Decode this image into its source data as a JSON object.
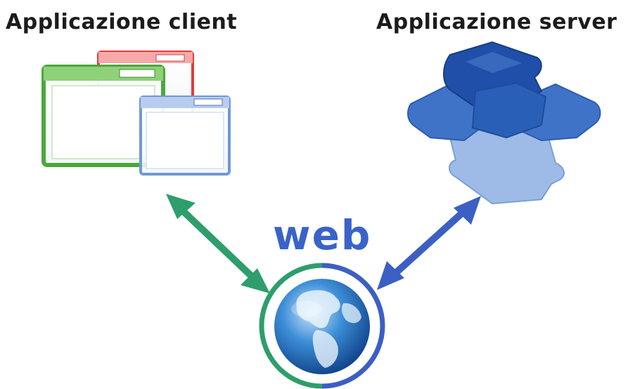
{
  "titles": {
    "client": "Applicazione client",
    "server": "Applicazione server"
  },
  "center_label": "web",
  "colors": {
    "client_arrow": "#2e9e6c",
    "server_arrow": "#3c5fc4",
    "window_red": "#e53a3a",
    "window_green": "#4aa83a",
    "window_blue": "#6f98d6",
    "puzzle_dark": "#1f4fa8",
    "puzzle_mid": "#3f73c8",
    "puzzle_light": "#9dbbe6",
    "globe_ring_left": "#2e9e6c",
    "globe_ring_right": "#3c5fc4"
  },
  "icons": {
    "client": "browser-windows-icon",
    "server": "puzzle-pieces-icon",
    "web": "globe-icon"
  }
}
